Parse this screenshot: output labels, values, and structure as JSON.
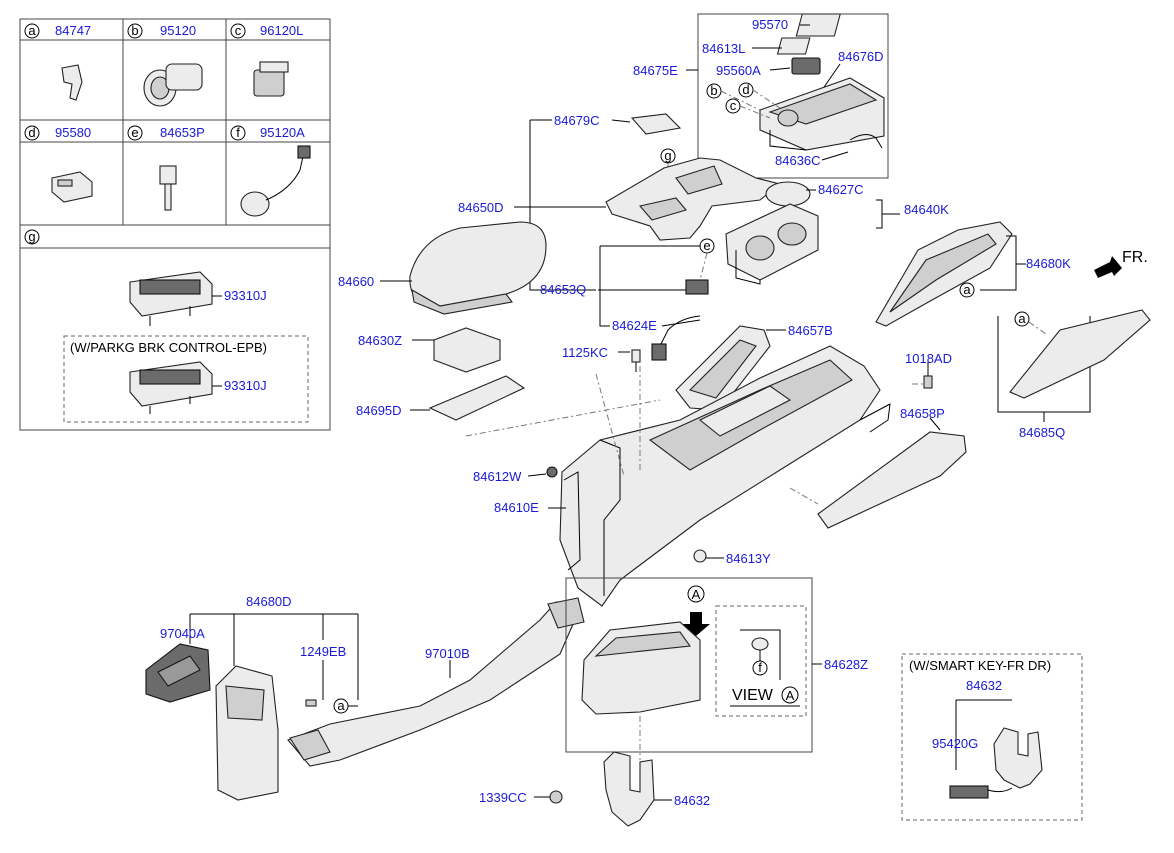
{
  "legend": {
    "cells": [
      {
        "letter": "a",
        "part": "84747"
      },
      {
        "letter": "b",
        "part": "95120"
      },
      {
        "letter": "c",
        "part": "96120L"
      },
      {
        "letter": "d",
        "part": "95580"
      },
      {
        "letter": "e",
        "part": "84653P"
      },
      {
        "letter": "f",
        "part": "95120A"
      }
    ],
    "g_letter": "g",
    "g_part_1": "93310J",
    "g_option": "(W/PARKG BRK CONTROL-EPB)",
    "g_part_2": "93310J"
  },
  "labels": {
    "l95570": "95570",
    "l84613L": "84613L",
    "l84676D": "84676D",
    "l84675E": "84675E",
    "l95560A": "95560A",
    "l84636C": "84636C",
    "l84679C": "84679C",
    "l84627C": "84627C",
    "l84640K": "84640K",
    "l84650D": "84650D",
    "l84680K": "84680K",
    "l84660": "84660",
    "l84653Q": "84653Q",
    "l84624E": "84624E",
    "l84657B": "84657B",
    "l84630Z": "84630Z",
    "l1125KC": "1125KC",
    "l1018AD": "1018AD",
    "l84685Q": "84685Q",
    "l84695D": "84695D",
    "l84658P": "84658P",
    "l84612W": "84612W",
    "l84610E": "84610E",
    "l84613Y": "84613Y",
    "l84680D": "84680D",
    "l97040A": "97040A",
    "l1249EB": "1249EB",
    "l97010B": "97010B",
    "l84628Z": "84628Z",
    "l1339CC": "1339CC",
    "l84632": "84632",
    "l84632b": "84632",
    "l95420G": "95420G"
  },
  "callouts": {
    "a": "a",
    "b": "b",
    "c": "c",
    "d": "d",
    "e": "e",
    "f": "f",
    "g": "g",
    "A": "A"
  },
  "view_label": "VIEW",
  "front_label": "FR.",
  "smart_key_option": "(W/SMART KEY-FR DR)"
}
